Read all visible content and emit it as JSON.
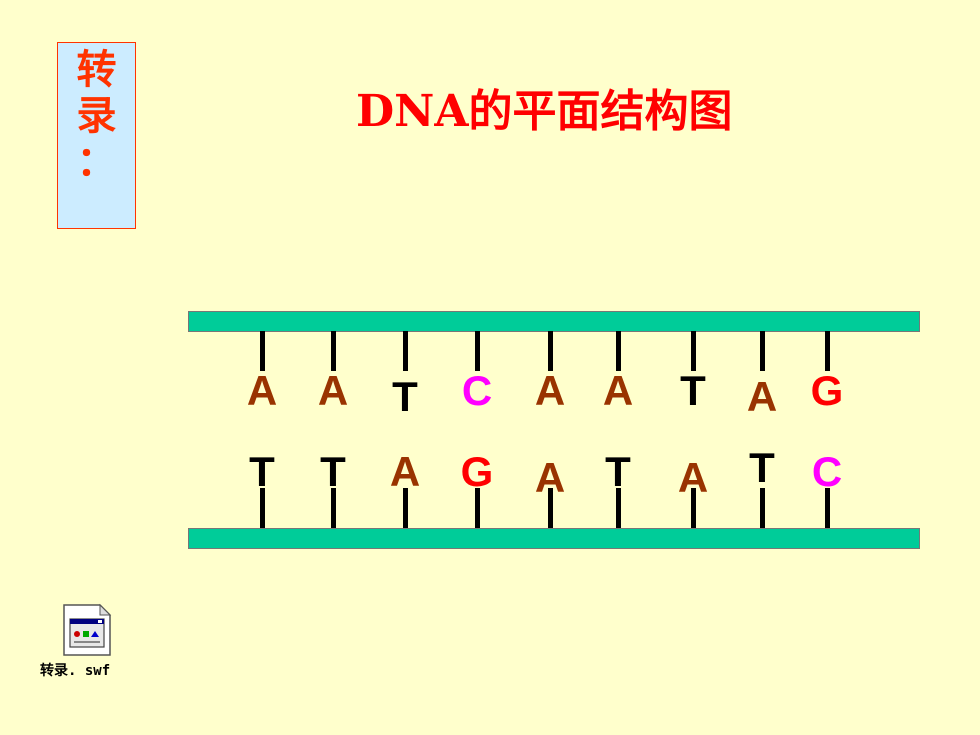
{
  "side_label": [
    "转",
    "录",
    "："
  ],
  "title": "DNA的平面结构图",
  "colors": {
    "background": "#ffffcc",
    "strand": "#00cc99",
    "side_text": "#ff3300",
    "title": "#ff0000",
    "base_default": "#993300",
    "base_cytosine": "#ff00ff",
    "base_guanine": "#ff0000",
    "base_thymine": "#000000"
  },
  "top_strand": [
    "A",
    "A",
    "T",
    "C",
    "A",
    "A",
    "T",
    "A",
    "G"
  ],
  "bottom_strand": [
    "T",
    "T",
    "A",
    "G",
    "A",
    "T",
    "A",
    "T",
    "C"
  ],
  "file": {
    "name": "转录. swf",
    "icon": "flash-file-icon"
  }
}
